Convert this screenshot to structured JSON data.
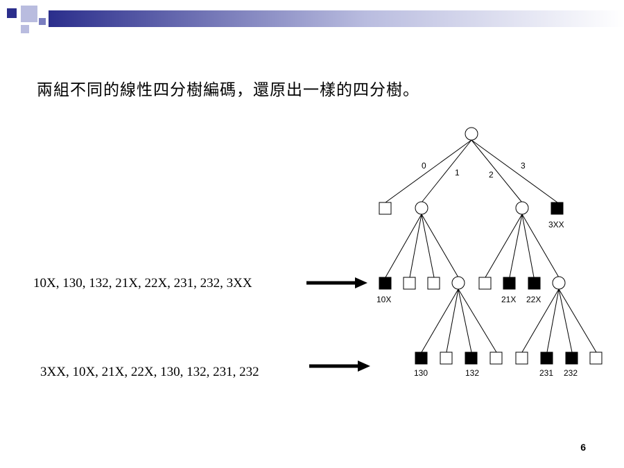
{
  "slide": {
    "heading": "兩組不同的線性四分樹編碼，還原出一樣的四分樹。",
    "sequence_1": "10X, 130, 132, 21X, 22X, 231, 232, 3XX",
    "sequence_2": "3XX, 10X, 21X, 22X, 130, 132, 231, 232",
    "page_number": "6"
  },
  "tree": {
    "edge_labels": [
      "0",
      "1",
      "2",
      "3"
    ],
    "leaf_labels": {
      "n3": "3XX",
      "n10": "10X",
      "n21": "21X",
      "n22": "22X",
      "n130": "130",
      "n132": "132",
      "n231": "231",
      "n232": "232"
    }
  },
  "colors": {
    "accent_dark": "#2B2E8C",
    "accent_light": "#B9BCDF",
    "black_node": "#000000",
    "white_node": "#ffffff"
  }
}
